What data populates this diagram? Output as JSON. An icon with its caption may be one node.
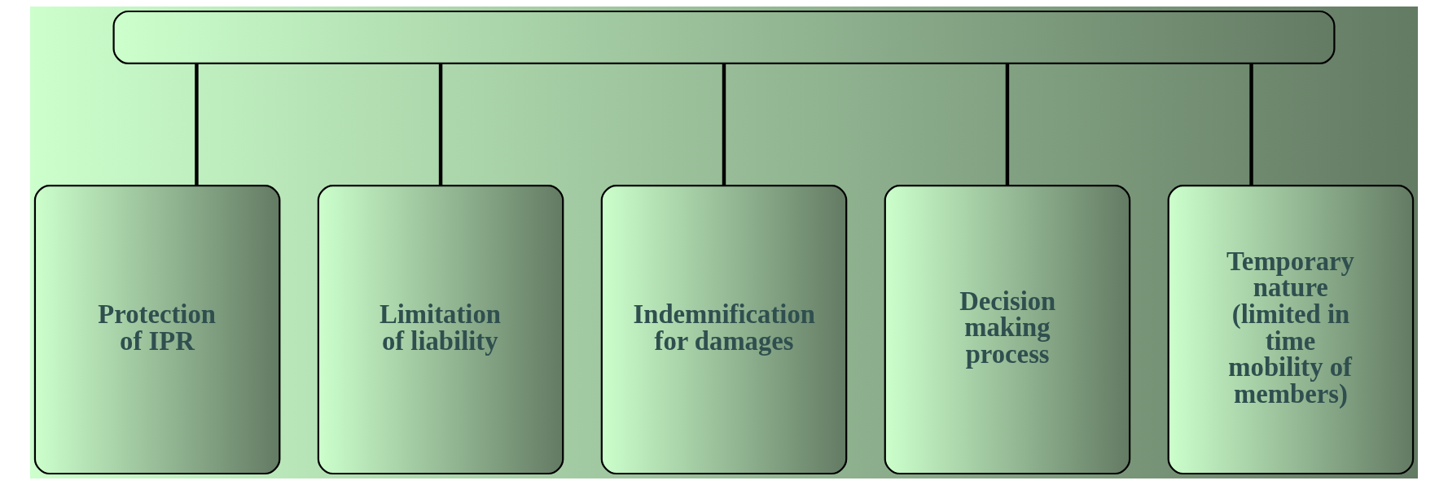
{
  "diagram": {
    "nodes": [
      {
        "text": [],
        "shape": "box"
      },
      {
        "text": [
          "Protection of IPR"
        ]
      },
      {
        "text": [
          "Limitation of liability"
        ]
      },
      {
        "text": [
          "Indemnification for damages"
        ]
      },
      {
        "text": [
          "Decision making process"
        ]
      },
      {
        "text": [
          "Temporary nature (limited in time mobility of members)"
        ]
      }
    ],
    "edges": [
      {
        "from": 0,
        "to": 1,
        "arrow": "none"
      },
      {
        "from": 0,
        "to": 2,
        "arrow": "none"
      },
      {
        "from": 0,
        "to": 3,
        "arrow": "none"
      },
      {
        "from": 0,
        "to": 4,
        "arrow": "none"
      },
      {
        "from": 0,
        "to": 5,
        "arrow": "none"
      }
    ]
  }
}
